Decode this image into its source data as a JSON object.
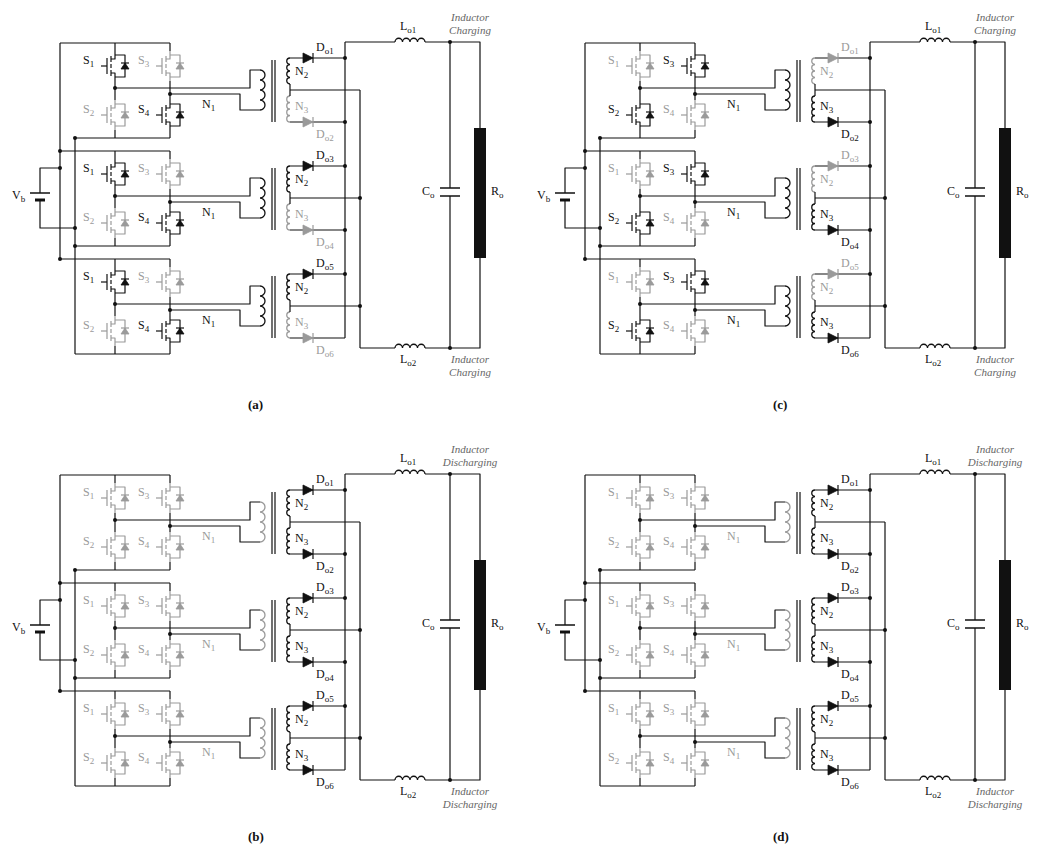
{
  "diagram": {
    "labels": [
      "Vb",
      "S1",
      "S3",
      "S2",
      "S4",
      "N1",
      "N2",
      "N3",
      "Do1",
      "Do2",
      "S1",
      "S3",
      "S2",
      "S4",
      "N1",
      "N2",
      "N3",
      "Do3",
      "Do4",
      "S1",
      "S3",
      "S2",
      "S4",
      "N1",
      "N2",
      "N3",
      "Do5",
      "Do6",
      "Lo1",
      "Lo2",
      "Inductor Charging",
      "Inductor Charging",
      "Co",
      "Ro",
      "(a)",
      "Vb",
      "S1",
      "S3",
      "S2",
      "S4",
      "N1",
      "N2",
      "N3",
      "Do1",
      "Do2",
      "S1",
      "S3",
      "S2",
      "S4",
      "N1",
      "N2",
      "N3",
      "Do3",
      "Do4",
      "S1",
      "S3",
      "S2",
      "S4",
      "N1",
      "N2",
      "N3",
      "Do5",
      "Do6",
      "Lo1",
      "Lo2",
      "Inductor Charging",
      "Inductor Charging",
      "Co",
      "Ro",
      "(c)",
      "Vb",
      "S1",
      "S3",
      "S2",
      "S4",
      "N1",
      "N2",
      "N3",
      "Do1",
      "Do2",
      "S1",
      "S3",
      "S2",
      "S4",
      "N1",
      "N2",
      "N3",
      "Do3",
      "Do4",
      "S1",
      "S3",
      "S2",
      "S4",
      "N1",
      "N2",
      "N3",
      "Do5",
      "Do6",
      "Lo1",
      "Lo2",
      "Inductor Discharging",
      "Inductor Discharging",
      "Co",
      "Ro",
      "(b)",
      "Vb",
      "S1",
      "S3",
      "S2",
      "S4",
      "N1",
      "N2",
      "N3",
      "Do1",
      "Do2",
      "S1",
      "S3",
      "S2",
      "S4",
      "N1",
      "N2",
      "N3",
      "Do3",
      "Do4",
      "S1",
      "S3",
      "S2",
      "S4",
      "N1",
      "N2",
      "N3",
      "Do5",
      "Do6",
      "Lo1",
      "Lo2",
      "Inductor Discharging",
      "Inductor Discharging",
      "Co",
      "Ro",
      "(d)"
    ]
  }
}
